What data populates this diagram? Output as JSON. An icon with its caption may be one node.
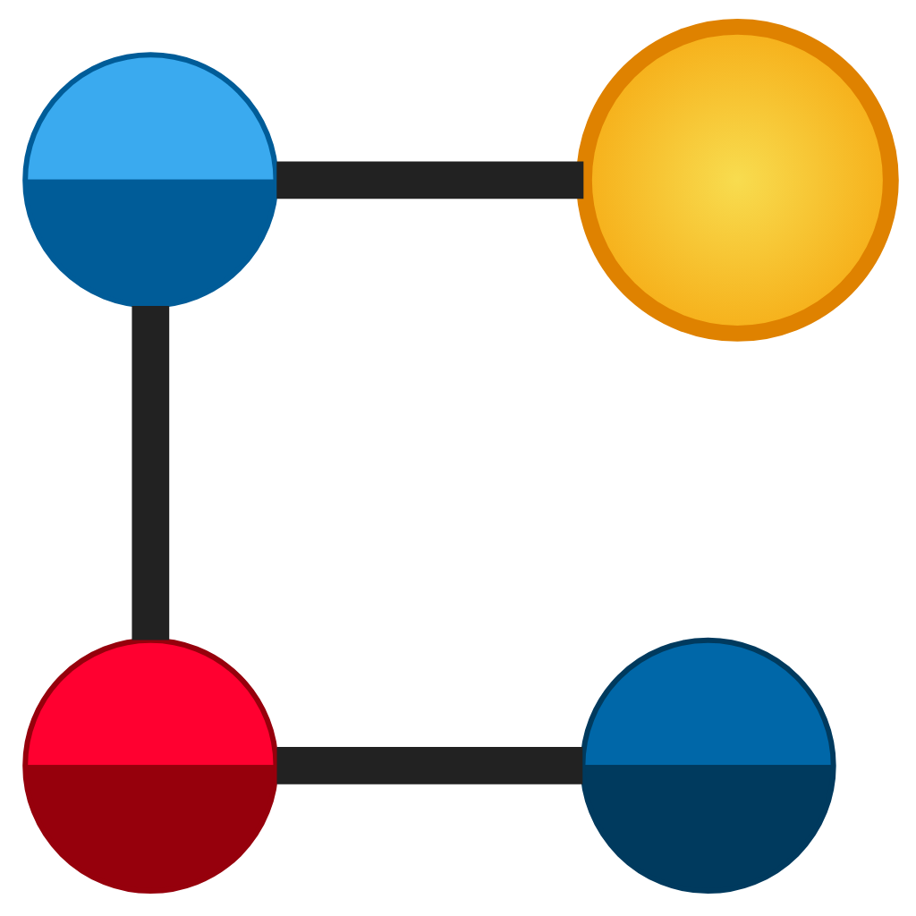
{
  "diagram": {
    "nodes": [
      {
        "text": [],
        "shape": "circle"
      },
      {
        "text": [],
        "shape": "circle"
      },
      {
        "text": [],
        "shape": "circle"
      },
      {
        "text": [],
        "shape": "circle"
      }
    ],
    "edges": [
      {
        "from": 0,
        "to": 1,
        "arrow": "none"
      },
      {
        "from": 0,
        "to": 2,
        "arrow": "none"
      },
      {
        "from": 2,
        "to": 3,
        "arrow": "none"
      }
    ]
  }
}
